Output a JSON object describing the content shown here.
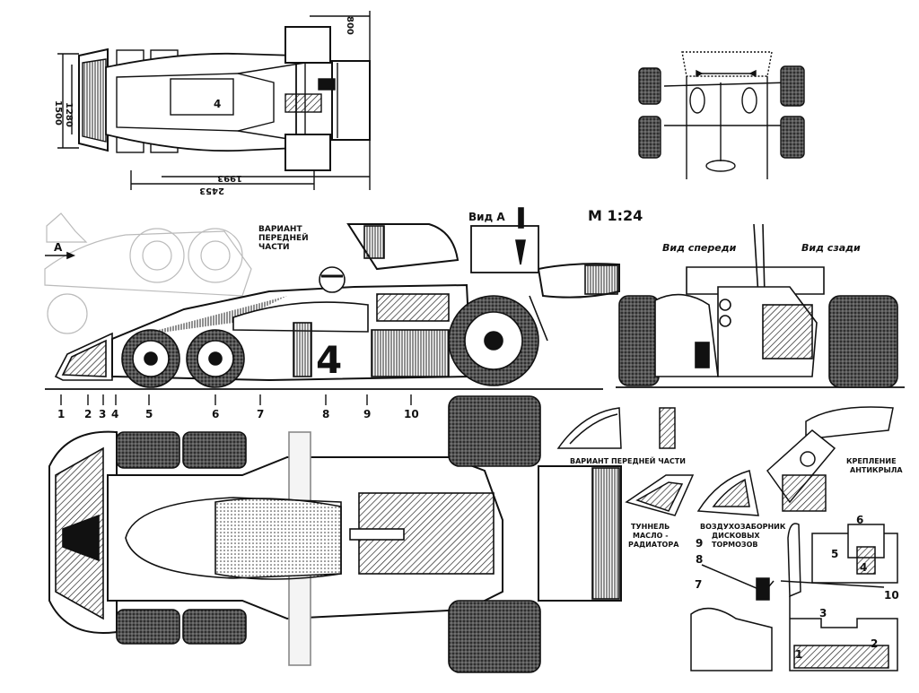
{
  "scale": "М 1:24",
  "views": {
    "view_a": "Вид А",
    "front": "Вид спереди",
    "rear": "Вид сзади"
  },
  "variant_label": [
    "ВАРИАНТ",
    "ПЕРЕДНЕЙ",
    "ЧАСТИ"
  ],
  "arrow_a": "А",
  "race_number": "4",
  "dimensions": {
    "d800": "800",
    "d1280": "1280",
    "d1500": "1500",
    "d1993": "1993",
    "d2453": "2453"
  },
  "part_numbers_side": [
    "1",
    "2",
    "3",
    "4",
    "5",
    "6",
    "7",
    "8",
    "9",
    "10"
  ],
  "detail_captions": {
    "front_variant": "ВАРИАНТ ПЕРЕДНЕЙ ЧАСТИ",
    "wing_mount": [
      "КРЕПЛЕНИЕ",
      "АНТИКРЫЛА"
    ],
    "oil_tunnel": [
      "ТУННЕЛЬ",
      "МАСЛО -",
      "РАДИАТОРА"
    ],
    "brake_intake": [
      "ВОЗДУХОЗАБОРНИК",
      "ДИСКОВЫХ",
      "ТОРМОЗОВ"
    ]
  },
  "section_numbers": [
    "9",
    "8",
    "7",
    "10",
    "6",
    "5",
    "4",
    "3",
    "2",
    "1"
  ]
}
